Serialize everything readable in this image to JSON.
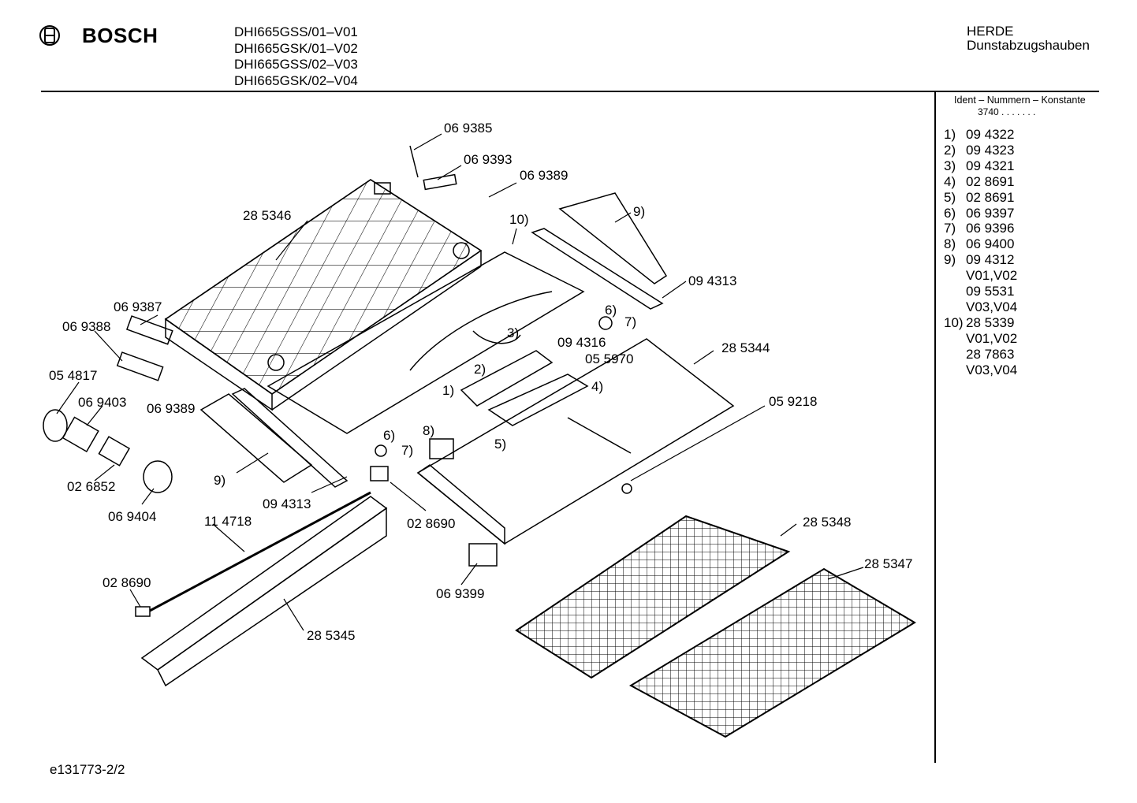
{
  "header": {
    "brand": "BOSCH",
    "models": [
      "DHI665GSS/01–V01",
      "DHI665GSK/01–V02",
      "DHI665GSS/02–V03",
      "DHI665GSK/02–V04"
    ],
    "category": "HERDE",
    "subcategory": "Dunstabzugshauben"
  },
  "sidebar": {
    "title": "Ident – Nummern – Konstante",
    "constant": "3740 . . . . . . .",
    "parts": [
      {
        "idx": "1)",
        "value": "09 4322"
      },
      {
        "idx": "2)",
        "value": "09 4323"
      },
      {
        "idx": "3)",
        "value": "09 4321"
      },
      {
        "idx": "4)",
        "value": "02 8691"
      },
      {
        "idx": "5)",
        "value": "02 8691"
      },
      {
        "idx": "6)",
        "value": "06 9397"
      },
      {
        "idx": "7)",
        "value": "06 9396"
      },
      {
        "idx": "8)",
        "value": "06 9400"
      },
      {
        "idx": "9)",
        "value": "09 4312"
      },
      {
        "idx": "",
        "value": "V01,V02"
      },
      {
        "idx": "",
        "value": "09 5531"
      },
      {
        "idx": "",
        "value": "V03,V04"
      },
      {
        "idx": "10)",
        "value": "28 5339"
      },
      {
        "idx": "",
        "value": "V01,V02"
      },
      {
        "idx": "",
        "value": "28 7863"
      },
      {
        "idx": "",
        "value": "V03,V04"
      }
    ]
  },
  "diagram": {
    "labels": {
      "l1": "06 9385",
      "l2": "06 9393",
      "l3": "06 9389",
      "l4": "28 5346",
      "l5": "10)",
      "l6": "9)",
      "l7": "09 4313",
      "l8": "06 9387",
      "l9": "06 9388",
      "l10": "6)",
      "l11": "7)",
      "l12": "3)",
      "l13": "09 4316",
      "l14": "28 5344",
      "l15": "05 5970",
      "l16": "2)",
      "l17": "05 4817",
      "l18": "06 9403",
      "l19": "06 9389",
      "l20": "1)",
      "l21": "4)",
      "l22": "05 9218",
      "l23": "8)",
      "l24": "5)",
      "l25": "6)",
      "l26": "7)",
      "l27": "9)",
      "l28": "02 6852",
      "l29": "09 4313",
      "l30": "06 9404",
      "l31": "11 4718",
      "l32": "02 8690",
      "l33": "28 5348",
      "l34": "28 5347",
      "l35": "02 8690",
      "l36": "06 9399",
      "l37": "28 5345"
    }
  },
  "footer": {
    "code": "e131773-2/2"
  }
}
